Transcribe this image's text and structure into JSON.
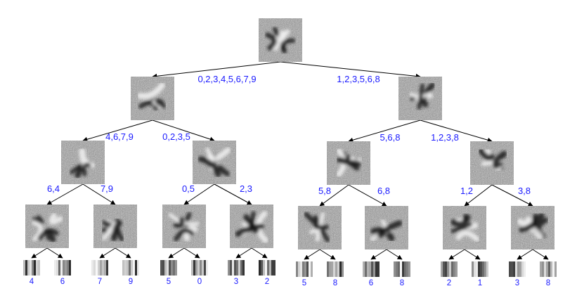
{
  "tree": {
    "nodes": [
      {
        "id": "n0",
        "name": "root-filter"
      },
      {
        "id": "n1",
        "name": "left-filter"
      },
      {
        "id": "n2",
        "name": "right-filter"
      },
      {
        "id": "n3",
        "name": "ll-filter"
      },
      {
        "id": "n4",
        "name": "lr-filter"
      },
      {
        "id": "n5",
        "name": "rl-filter"
      },
      {
        "id": "n6",
        "name": "rr-filter"
      },
      {
        "id": "n7",
        "name": "lll-filter"
      },
      {
        "id": "n8",
        "name": "llr-filter"
      },
      {
        "id": "n9",
        "name": "lrl-filter"
      },
      {
        "id": "n10",
        "name": "lrr-filter"
      },
      {
        "id": "n11",
        "name": "rll-filter"
      },
      {
        "id": "n12",
        "name": "rlr-filter"
      },
      {
        "id": "n13",
        "name": "rrl-filter"
      },
      {
        "id": "n14",
        "name": "rrr-filter"
      }
    ],
    "edge_labels": {
      "n1": "0,2,3,4,5,6,7,9",
      "n2": "1,2,3,5,6,8",
      "n3": "4,6,7,9",
      "n4": "0,2,3,5",
      "n5": "5,6,8",
      "n6": "1,2,3,8",
      "n7": "6,4",
      "n8": "7,9",
      "n9": "0,5",
      "n10": "2,3",
      "n11": "5,8",
      "n12": "6,8",
      "n13": "1,2",
      "n14": "3,8"
    },
    "leaves": [
      "4",
      "6",
      "7",
      "9",
      "5",
      "0",
      "3",
      "2",
      "5",
      "8",
      "6",
      "8",
      "2",
      "1",
      "3",
      "8"
    ]
  },
  "colors": {
    "label": "#1a1aff",
    "edge": "#000000"
  }
}
